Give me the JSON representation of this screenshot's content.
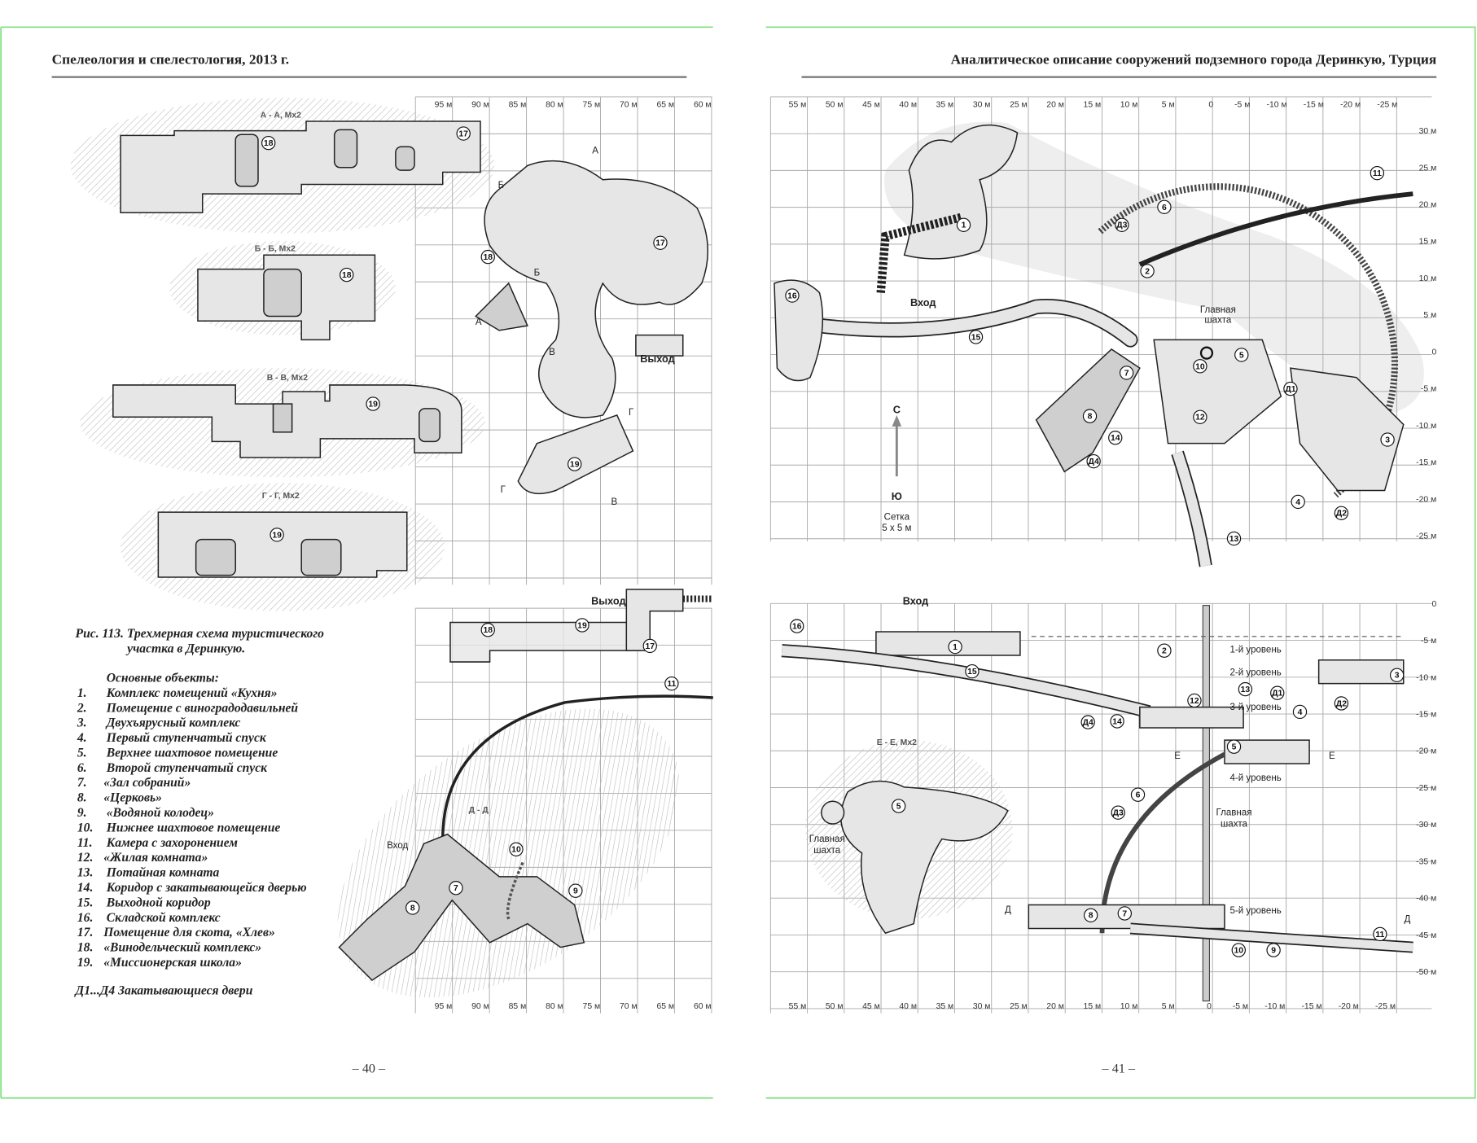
{
  "left_page": {
    "header": "Спелеология и спелестология, 2013 г.",
    "page_number": "– 40 –",
    "x_axis_labels": [
      "95 м",
      "90 м",
      "85 м",
      "80 м",
      "75 м",
      "70 м",
      "65 м",
      "60 м"
    ],
    "sections": [
      "А - А, Мх2",
      "Б - Б, Мх2",
      "В - В, Мх2",
      "Г - Г, Мх2",
      "Д - Д"
    ],
    "labels": [
      "Выход",
      "Выход",
      "Вход",
      "А",
      "А",
      "Б",
      "Б",
      "В",
      "В",
      "Г",
      "Г"
    ],
    "markers": [
      "17",
      "18",
      "18",
      "19",
      "19",
      "18",
      "17",
      "19",
      "18",
      "19",
      "17",
      "11",
      "10",
      "9",
      "7",
      "8"
    ],
    "caption": [
      "Рис. 113. Трехмерная схема туристического",
      "участка в Деринкую."
    ],
    "legend_title": "Основные объекты:",
    "legend": [
      {
        "n": "1.",
        "t": "Комплекс помещений «Кухня»"
      },
      {
        "n": "2.",
        "t": "Помещение с виноградодавильней"
      },
      {
        "n": "3.",
        "t": "Двухъярусный комплекс"
      },
      {
        "n": "4.",
        "t": "Первый ступенчатый спуск"
      },
      {
        "n": "5.",
        "t": "Верхнее шахтовое помещение"
      },
      {
        "n": "6.",
        "t": "Второй ступенчатый спуск"
      },
      {
        "n": "7.",
        "t": "«Зал собраний»"
      },
      {
        "n": "8.",
        "t": "«Церковь»"
      },
      {
        "n": "9.",
        "t": "«Водяной колодец»"
      },
      {
        "n": "10.",
        "t": "Нижнее шахтовое помещение"
      },
      {
        "n": "11.",
        "t": "Камера с захоронением"
      },
      {
        "n": "12.",
        "t": "«Жилая комната»"
      },
      {
        "n": "13.",
        "t": "Потайная комната"
      },
      {
        "n": "14.",
        "t": "Коридор с закатывающейся дверью"
      },
      {
        "n": "15.",
        "t": "Выходной коридор"
      },
      {
        "n": "16.",
        "t": "Складской комплекс"
      },
      {
        "n": "17.",
        "t": "Помещение для скота, «Хлев»"
      },
      {
        "n": "18.",
        "t": "«Винодельческий комплекс»"
      },
      {
        "n": "19.",
        "t": "«Миссионерская школа»"
      }
    ],
    "doors_note": "Д1...Д4 Закатывающиеся двери"
  },
  "right_page": {
    "header": "Аналитическое описание сооружений подземного города Деринкую, Турция",
    "page_number": "– 41 –",
    "x_axis_labels": [
      "55 м",
      "50 м",
      "45 м",
      "40 м",
      "35 м",
      "30 м",
      "25 м",
      "20 м",
      "15 м",
      "10 м",
      "5 м",
      "0",
      "-5 м",
      "-10 м",
      "-15 м",
      "-20 м",
      "-25 м"
    ],
    "plan_y_labels": [
      "30 м",
      "25 м",
      "20 м",
      "15 м",
      "10 м",
      "5 м",
      "0",
      "-5 м",
      "-10 м",
      "-15 м",
      "-20 м",
      "-25 м"
    ],
    "section_y_labels": [
      "0",
      "-5 м",
      "-10 м",
      "-15 м",
      "-20 м",
      "-25 м",
      "-30 м",
      "-35 м",
      "-40 м",
      "-45 м",
      "-50 м"
    ],
    "plan_labels": [
      "Вход",
      "Главная",
      "шахта",
      "С",
      "Ю",
      "Сетка",
      "5 x 5 м"
    ],
    "plan_markers": [
      "1",
      "6",
      "Д3",
      "2",
      "11",
      "16",
      "15",
      "7",
      "10",
      "5",
      "Д1",
      "12",
      "8",
      "14",
      "Д4",
      "3",
      "4",
      "Д2",
      "13"
    ],
    "section_labels": [
      "Вход",
      "1-й уровень",
      "2-й уровень",
      "3-й уровень",
      "4-й уровень",
      "5-й уровень",
      "Главная",
      "шахта",
      "Е",
      "Е",
      "Д",
      "Д",
      "Е - Е, Мх2",
      "Главная",
      "шахта"
    ],
    "section_markers": [
      "16",
      "1",
      "2",
      "15",
      "13",
      "12",
      "3",
      "Д1",
      "Д2",
      "4",
      "Д4",
      "14",
      "5",
      "6",
      "Д3",
      "7",
      "8",
      "11",
      "10",
      "9",
      "5"
    ]
  },
  "colors": {
    "page_border": "#7fe07f",
    "grid": "#999999",
    "room_fill": "#e6e6e6",
    "hatch": "#bbbbbb"
  }
}
